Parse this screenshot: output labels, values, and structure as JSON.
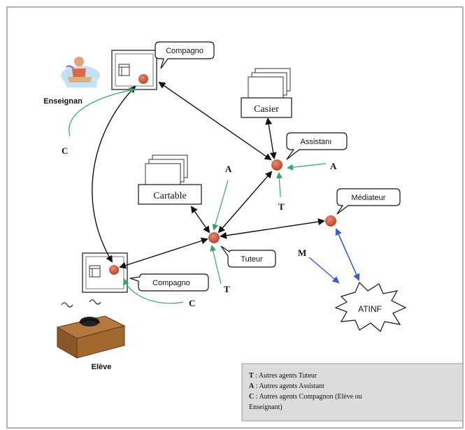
{
  "labels": {
    "enseignant": "Enseignan",
    "eleve": "Elève",
    "compagnon_top": "Compagno",
    "compagnon_bottom": "Compagno",
    "casier": "Casier",
    "cartable": "Cartable",
    "assistant": "Assistanı",
    "mediateur": "Médiateur",
    "tuteur": "Tuteur",
    "atinf": "ATINF"
  },
  "letters": {
    "c_top": "C",
    "c_bottom": "C",
    "a_left": "A",
    "a_right": "A",
    "t_mid": "T",
    "t_bottom": "T",
    "m": "M"
  },
  "legend": [
    {
      "key": "T",
      "text": " : Autres agents Tuteur"
    },
    {
      "key": "A",
      "text": " : Autres agents Assistant"
    },
    {
      "key": "C",
      "text": " : Autres agents Compagnon (Elève ou"
    },
    {
      "key": "",
      "text": "Enseignant)"
    }
  ],
  "colors": {
    "frame": "#999999",
    "agent": "#c9573d",
    "green_arrow": "#3aa36a",
    "blue_arrow": "#3b5fc4",
    "black_arrow": "#111111",
    "legend_bg": "#dcdcdc"
  }
}
